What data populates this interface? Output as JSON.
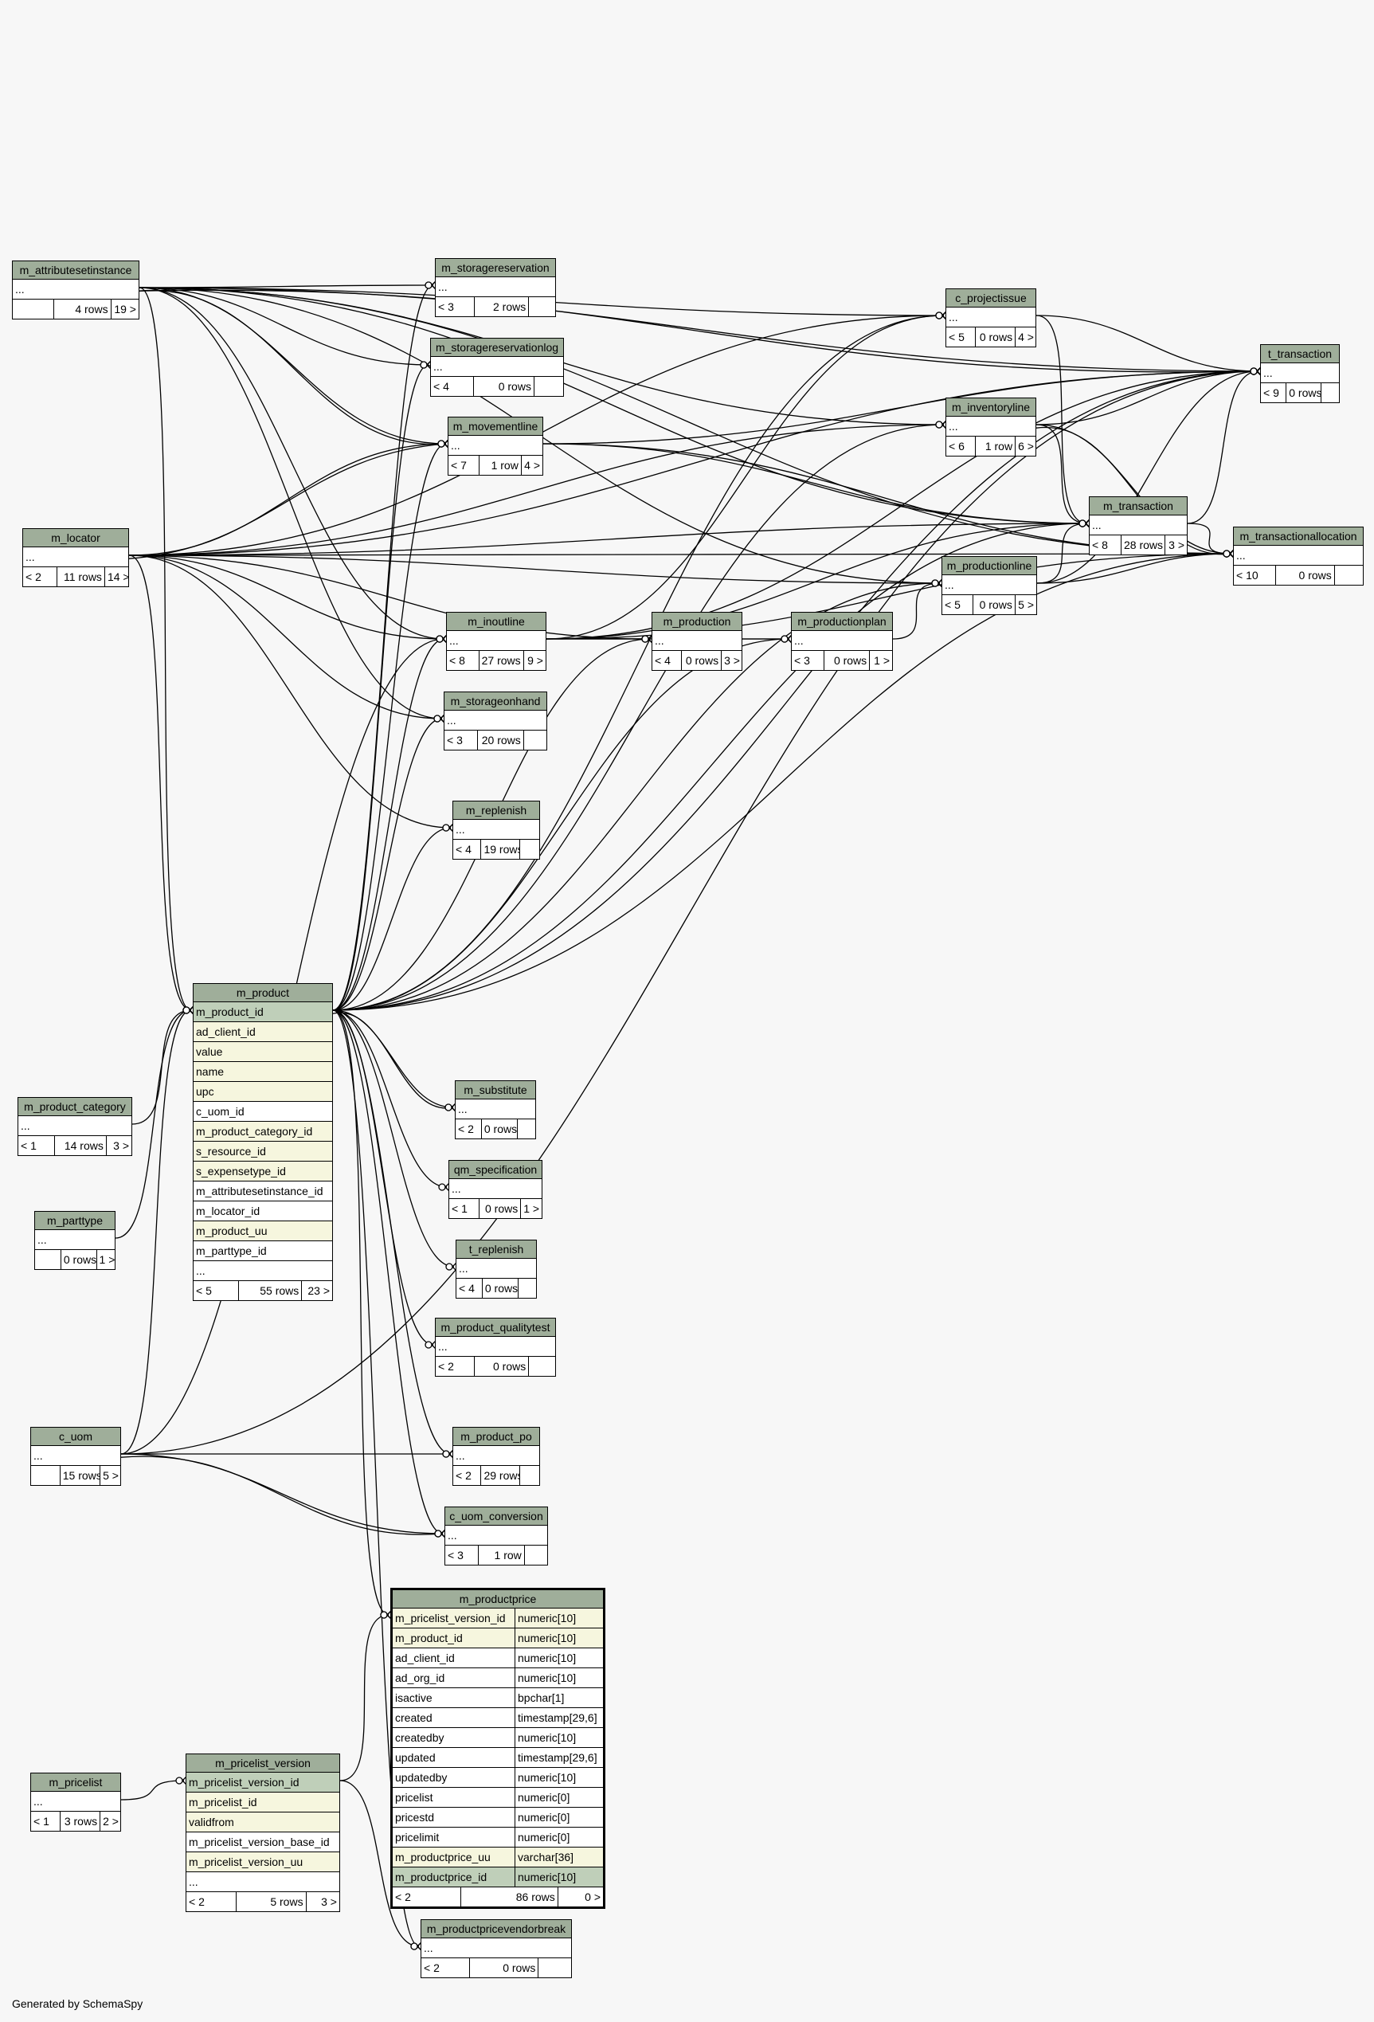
{
  "footer": "Generated by SchemaSpy",
  "tables": [
    {
      "id": "m_attributesetinstance",
      "title": "m_attributesetinstance",
      "rows": [],
      "stats": [
        "",
        "4 rows",
        "19 >"
      ]
    },
    {
      "id": "m_storagereservation",
      "title": "m_storagereservation",
      "rows": [],
      "stats": [
        "< 3",
        "2 rows",
        ""
      ]
    },
    {
      "id": "m_storagereservationlog",
      "title": "m_storagereservationlog",
      "rows": [],
      "stats": [
        "< 4",
        "0 rows",
        ""
      ]
    },
    {
      "id": "m_movementline",
      "title": "m_movementline",
      "rows": [],
      "stats": [
        "< 7",
        "1 row",
        "4 >"
      ]
    },
    {
      "id": "c_projectissue",
      "title": "c_projectissue",
      "rows": [],
      "stats": [
        "< 5",
        "0 rows",
        "4 >"
      ]
    },
    {
      "id": "t_transaction",
      "title": "t_transaction",
      "rows": [],
      "stats": [
        "< 9",
        "0 rows",
        ""
      ]
    },
    {
      "id": "m_inventoryline",
      "title": "m_inventoryline",
      "rows": [],
      "stats": [
        "< 6",
        "1 row",
        "6 >"
      ]
    },
    {
      "id": "m_transaction",
      "title": "m_transaction",
      "rows": [],
      "stats": [
        "< 8",
        "28 rows",
        "3 >"
      ]
    },
    {
      "id": "m_transactionallocation",
      "title": "m_transactionallocation",
      "rows": [],
      "stats": [
        "< 10",
        "0 rows",
        ""
      ]
    },
    {
      "id": "m_locator",
      "title": "m_locator",
      "rows": [],
      "stats": [
        "< 2",
        "11 rows",
        "14 >"
      ]
    },
    {
      "id": "m_productionline",
      "title": "m_productionline",
      "rows": [],
      "stats": [
        "< 5",
        "0 rows",
        "5 >"
      ]
    },
    {
      "id": "m_inoutline",
      "title": "m_inoutline",
      "rows": [],
      "stats": [
        "< 8",
        "27 rows",
        "9 >"
      ]
    },
    {
      "id": "m_production",
      "title": "m_production",
      "rows": [],
      "stats": [
        "< 4",
        "0 rows",
        "3 >"
      ]
    },
    {
      "id": "m_productionplan",
      "title": "m_productionplan",
      "rows": [],
      "stats": [
        "< 3",
        "0 rows",
        "1 >"
      ]
    },
    {
      "id": "m_storageonhand",
      "title": "m_storageonhand",
      "rows": [],
      "stats": [
        "< 3",
        "20 rows",
        ""
      ]
    },
    {
      "id": "m_replenish",
      "title": "m_replenish",
      "rows": [],
      "stats": [
        "< 4",
        "19 rows",
        ""
      ]
    },
    {
      "id": "m_product",
      "title": "m_product",
      "rows": [
        {
          "name": "m_product_id",
          "kind": "pk"
        },
        {
          "name": "ad_client_id",
          "kind": "fk"
        },
        {
          "name": "value",
          "kind": "fk"
        },
        {
          "name": "name",
          "kind": "fk"
        },
        {
          "name": "upc",
          "kind": "fk"
        },
        {
          "name": "c_uom_id",
          "kind": ""
        },
        {
          "name": "m_product_category_id",
          "kind": "fk"
        },
        {
          "name": "s_resource_id",
          "kind": "fk"
        },
        {
          "name": "s_expensetype_id",
          "kind": "fk"
        },
        {
          "name": "m_attributesetinstance_id",
          "kind": ""
        },
        {
          "name": "m_locator_id",
          "kind": ""
        },
        {
          "name": "m_product_uu",
          "kind": "fk"
        },
        {
          "name": "m_parttype_id",
          "kind": ""
        }
      ],
      "stats": [
        "< 5",
        "55 rows",
        "23 >"
      ]
    },
    {
      "id": "m_product_category",
      "title": "m_product_category",
      "rows": [],
      "stats": [
        "< 1",
        "14 rows",
        "3 >"
      ]
    },
    {
      "id": "m_substitute",
      "title": "m_substitute",
      "rows": [],
      "stats": [
        "< 2",
        "0 rows",
        ""
      ]
    },
    {
      "id": "qm_specification",
      "title": "qm_specification",
      "rows": [],
      "stats": [
        "< 1",
        "0 rows",
        "1 >"
      ]
    },
    {
      "id": "m_parttype",
      "title": "m_parttype",
      "rows": [],
      "stats": [
        "",
        "0 rows",
        "1 >"
      ]
    },
    {
      "id": "t_replenish",
      "title": "t_replenish",
      "rows": [],
      "stats": [
        "< 4",
        "0 rows",
        ""
      ]
    },
    {
      "id": "m_product_qualitytest",
      "title": "m_product_qualitytest",
      "rows": [],
      "stats": [
        "< 2",
        "0 rows",
        ""
      ]
    },
    {
      "id": "c_uom",
      "title": "c_uom",
      "rows": [],
      "stats": [
        "",
        "15 rows",
        "5 >"
      ]
    },
    {
      "id": "m_product_po",
      "title": "m_product_po",
      "rows": [],
      "stats": [
        "< 2",
        "29 rows",
        ""
      ]
    },
    {
      "id": "c_uom_conversion",
      "title": "c_uom_conversion",
      "rows": [],
      "stats": [
        "< 3",
        "1 row",
        ""
      ]
    },
    {
      "id": "m_productprice",
      "title": "m_productprice",
      "focus": true,
      "rows": [
        {
          "name": "m_pricelist_version_id",
          "kind": "fk",
          "type": "numeric[10]"
        },
        {
          "name": "m_product_id",
          "kind": "fk",
          "type": "numeric[10]"
        },
        {
          "name": "ad_client_id",
          "kind": "",
          "type": "numeric[10]"
        },
        {
          "name": "ad_org_id",
          "kind": "",
          "type": "numeric[10]"
        },
        {
          "name": "isactive",
          "kind": "",
          "type": "bpchar[1]"
        },
        {
          "name": "created",
          "kind": "",
          "type": "timestamp[29,6]"
        },
        {
          "name": "createdby",
          "kind": "",
          "type": "numeric[10]"
        },
        {
          "name": "updated",
          "kind": "",
          "type": "timestamp[29,6]"
        },
        {
          "name": "updatedby",
          "kind": "",
          "type": "numeric[10]"
        },
        {
          "name": "pricelist",
          "kind": "",
          "type": "numeric[0]"
        },
        {
          "name": "pricestd",
          "kind": "",
          "type": "numeric[0]"
        },
        {
          "name": "pricelimit",
          "kind": "",
          "type": "numeric[0]"
        },
        {
          "name": "m_productprice_uu",
          "kind": "fk",
          "type": "varchar[36]"
        },
        {
          "name": "m_productprice_id",
          "kind": "pk",
          "type": "numeric[10]"
        }
      ],
      "stats": [
        "< 2",
        "86 rows",
        "0 >"
      ]
    },
    {
      "id": "m_pricelist",
      "title": "m_pricelist",
      "rows": [],
      "stats": [
        "< 1",
        "3 rows",
        "2 >"
      ]
    },
    {
      "id": "m_pricelist_version",
      "title": "m_pricelist_version",
      "rows": [
        {
          "name": "m_pricelist_version_id",
          "kind": "pk"
        },
        {
          "name": "m_pricelist_id",
          "kind": "fk"
        },
        {
          "name": "validfrom",
          "kind": "fk"
        },
        {
          "name": "m_pricelist_version_base_id",
          "kind": ""
        },
        {
          "name": "m_pricelist_version_uu",
          "kind": "fk"
        }
      ],
      "stats": [
        "< 2",
        "5 rows",
        "3 >"
      ]
    },
    {
      "id": "m_productpricevendorbreak",
      "title": "m_productpricevendorbreak",
      "rows": [],
      "stats": [
        "< 2",
        "0 rows",
        ""
      ]
    }
  ],
  "ellipsis": "...",
  "edges": [
    [
      "m_attributesetinstance",
      "m_storagereservation"
    ],
    [
      "m_attributesetinstance",
      "m_storagereservationlog"
    ],
    [
      "m_attributesetinstance",
      "m_movementline"
    ],
    [
      "m_attributesetinstance",
      "m_movementline"
    ],
    [
      "m_attributesetinstance",
      "c_projectissue"
    ],
    [
      "m_attributesetinstance",
      "t_transaction"
    ],
    [
      "m_attributesetinstance",
      "t_transaction"
    ],
    [
      "m_attributesetinstance",
      "m_inventoryline"
    ],
    [
      "m_attributesetinstance",
      "m_transaction"
    ],
    [
      "m_attributesetinstance",
      "m_transactionallocation"
    ],
    [
      "m_attributesetinstance",
      "m_productionline"
    ],
    [
      "m_attributesetinstance",
      "m_inoutline"
    ],
    [
      "m_attributesetinstance",
      "m_storageonhand"
    ],
    [
      "m_attributesetinstance",
      "m_product"
    ],
    [
      "m_locator",
      "m_movementline"
    ],
    [
      "m_locator",
      "m_movementline"
    ],
    [
      "m_locator",
      "m_inventoryline"
    ],
    [
      "m_locator",
      "m_transaction"
    ],
    [
      "m_locator",
      "m_productionline"
    ],
    [
      "m_locator",
      "m_inoutline"
    ],
    [
      "m_locator",
      "m_storageonhand"
    ],
    [
      "m_locator",
      "m_replenish"
    ],
    [
      "m_locator",
      "m_product"
    ],
    [
      "m_locator",
      "m_production"
    ],
    [
      "m_locator",
      "m_transactionallocation"
    ],
    [
      "m_locator",
      "t_transaction"
    ],
    [
      "m_locator",
      "c_projectissue"
    ],
    [
      "m_movementline",
      "t_transaction"
    ],
    [
      "m_movementline",
      "m_transaction"
    ],
    [
      "m_movementline",
      "m_transactionallocation"
    ],
    [
      "c_projectissue",
      "t_transaction"
    ],
    [
      "c_projectissue",
      "m_transaction"
    ],
    [
      "m_inventoryline",
      "t_transaction"
    ],
    [
      "m_inventoryline",
      "m_transaction"
    ],
    [
      "m_inventoryline",
      "m_transactionallocation"
    ],
    [
      "m_inventoryline",
      "m_transactionallocation"
    ],
    [
      "m_transaction",
      "t_transaction"
    ],
    [
      "m_transaction",
      "m_transactionallocation"
    ],
    [
      "m_productionline",
      "t_transaction"
    ],
    [
      "m_productionline",
      "m_transaction"
    ],
    [
      "m_productionline",
      "m_transactionallocation"
    ],
    [
      "m_inoutline",
      "m_production"
    ],
    [
      "m_inoutline",
      "m_productionplan"
    ],
    [
      "m_inoutline",
      "c_projectissue"
    ],
    [
      "m_inoutline",
      "t_transaction"
    ],
    [
      "m_inoutline",
      "m_transaction"
    ],
    [
      "m_inoutline",
      "m_transactionallocation"
    ],
    [
      "m_production",
      "m_productionplan"
    ],
    [
      "m_productionplan",
      "m_productionline"
    ],
    [
      "m_product",
      "m_storagereservation"
    ],
    [
      "m_product",
      "m_storagereservationlog"
    ],
    [
      "m_product",
      "m_movementline"
    ],
    [
      "m_product",
      "c_projectissue"
    ],
    [
      "m_product",
      "t_transaction"
    ],
    [
      "m_product",
      "m_inventoryline"
    ],
    [
      "m_product",
      "m_transaction"
    ],
    [
      "m_product",
      "m_transactionallocation"
    ],
    [
      "m_product",
      "m_productionline"
    ],
    [
      "m_product",
      "m_inoutline"
    ],
    [
      "m_product",
      "m_production"
    ],
    [
      "m_product",
      "m_productionplan"
    ],
    [
      "m_product",
      "m_storageonhand"
    ],
    [
      "m_product",
      "m_replenish"
    ],
    [
      "m_product",
      "m_substitute"
    ],
    [
      "m_product",
      "m_substitute"
    ],
    [
      "m_product",
      "qm_specification"
    ],
    [
      "m_product",
      "t_replenish"
    ],
    [
      "m_product",
      "m_product_qualitytest"
    ],
    [
      "m_product",
      "m_product_po"
    ],
    [
      "m_product",
      "c_uom_conversion"
    ],
    [
      "m_product",
      "m_productprice"
    ],
    [
      "m_product",
      "m_productpricevendorbreak"
    ],
    [
      "m_product_category",
      "m_product"
    ],
    [
      "m_parttype",
      "m_product"
    ],
    [
      "c_uom",
      "m_product"
    ],
    [
      "c_uom",
      "m_inoutline"
    ],
    [
      "c_uom",
      "m_product_po"
    ],
    [
      "c_uom",
      "c_uom_conversion"
    ],
    [
      "c_uom",
      "c_uom_conversion"
    ],
    [
      "c_uom",
      "t_transaction"
    ],
    [
      "m_pricelist",
      "m_pricelist_version"
    ],
    [
      "m_pricelist_version",
      "m_productprice"
    ],
    [
      "m_pricelist_version",
      "m_productpricevendorbreak"
    ]
  ]
}
